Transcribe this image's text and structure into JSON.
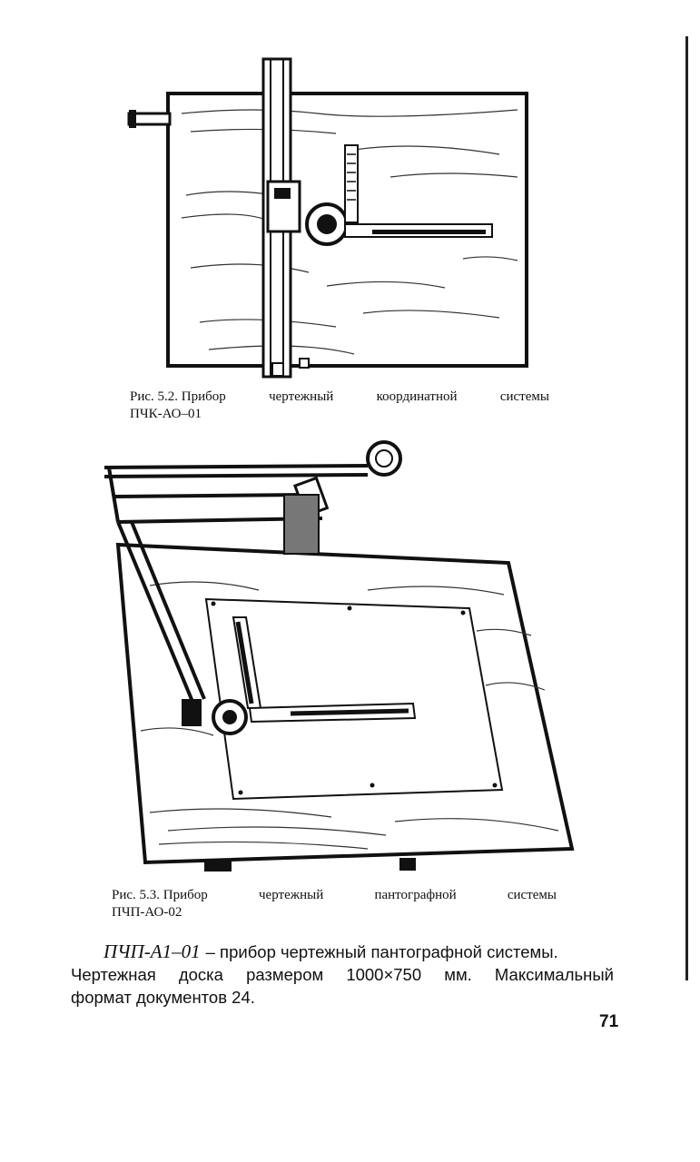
{
  "figure_1": {
    "caption_words": [
      "Рис. 5.2. Прибор",
      "чертежный",
      "координатной",
      "системы"
    ],
    "caption_line2": "ПЧК-АО–01"
  },
  "figure_2": {
    "caption_words": [
      "Рис. 5.3. Прибор",
      "чертежный",
      "пантографной",
      "системы"
    ],
    "caption_line2": "ПЧП-АО-02"
  },
  "body": {
    "term": "ПЧП-А1–01",
    "line1_rest": "– прибор чертежный пантографной системы.",
    "line2_words": [
      "Чертежная",
      "доска",
      "размером",
      "1000×750",
      "мм.",
      "Максимальный"
    ],
    "line3": "формат документов 24."
  },
  "page_number": "71",
  "colors": {
    "ink": "#111111",
    "paper": "#ffffff",
    "wood": "#cfcfcf"
  }
}
